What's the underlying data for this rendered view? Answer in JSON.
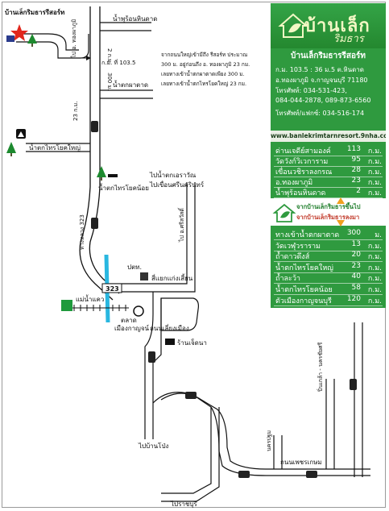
{
  "map": {
    "resort_marker_label": "บ้านเล็กริมธารรีสอร์ท",
    "to_thong_pha_phum_top": "ไป อ. ทองผาภูมิ",
    "hin_dat_hotspring": "น้ำพุร้อนหินดาด",
    "km_103_5": "ก.ม. ที่ 103.5",
    "km_2": "2 ก.ม.",
    "m_300": "300 ม.",
    "pha_tat_falls": "น้ำตกผาตาด",
    "km_23": "23 ก.ม.",
    "sai_yok_yai": "น้ำตกไทรโยคใหญ่",
    "hwy_323_label": "ทางหลวง 323",
    "to_erawan_falls": "ไปน้ำตกเอราวัณ",
    "to_srinagarind_dam": "ไปเขื่อนศรีนครินทร์",
    "sai_yok_noi": "น้ำตกไทรโยคน้อย",
    "to_si_sawat": "ไป อ.ศรีสวัสดิ์",
    "ptt_station": "ปตท.",
    "hwy_badge": "323",
    "kaeng_sian_junction": "สี่แยกแก่งเสี้ยน",
    "mae_nam_khwae": "แม่น้ำแคว",
    "market": "ตลาด",
    "kanchanaburi_town": "เมืองกาญจน์",
    "city_bypass": "ถนนเลี่ยงเมือง",
    "jasmine_shop": "ร้านเจ็ดนา",
    "to_ban_pong": "ไปบ้านโป่ง",
    "nakhon_pathom_left": "นครปฐม",
    "to_pinklao_bangkok": "ปิ่นเกล้า - นครชัยศรี",
    "phetkasem_road": "ถนนเพชรเกษม",
    "to_ratchaburi": "ไปราชบุรี"
  },
  "directions_note": {
    "line1": "จากถนนใหญ่เข้ามีถึง รีสอร์ท ประมาณ",
    "line2": "300 ม. อยู่ก่อนถึง อ. ทองผาภูมิ 23 กม.",
    "line3": "เลยทางเข้าน้ำตกผาตาดเพียง 300 ม.",
    "line4": "เลยทางเข้าน้ำตกไทรโยคใหญ่ 23 กม."
  },
  "panel": {
    "logo_main": "บ้านเล็ก",
    "logo_sub": "ริมธาร",
    "resort_name": "บ้านเล็กริมธารรีสอร์ท",
    "address1": "ก.ม. 103.5 : 36 ม.5 ต.หินดาด",
    "address2": "อ.ทองผาภูมิ จ.กาญจนบุรี 71180",
    "phone1": "โทรศัพท์: 034-531-423,",
    "phone2": "084-044-2878, 089-873-6560",
    "fax": "โทรศัพท์/แฟกซ์: 034-516-174",
    "url": "www.banlekrimtarnresort.9nha.com",
    "mid_from_up": "จากบ้านเล็กริมธารขึ้นไป",
    "mid_from_down": "จากบ้านเล็กริมธารลงมา",
    "accent_color": "#2f9a3f",
    "logo_icon": "house-leaf-logo-icon"
  },
  "distances_up": [
    {
      "name": "ด่านเจดีย์สามองค์",
      "value": "113",
      "unit": "ก.ม."
    },
    {
      "name": "วัดวังก์วิเวการาม",
      "value": "95",
      "unit": "ก.ม."
    },
    {
      "name": "เขื่อนวชิราลงกรณ",
      "value": "28",
      "unit": "ก.ม."
    },
    {
      "name": "อ.ทองผาภูมิ",
      "value": "23",
      "unit": "ก.ม."
    },
    {
      "name": "น้ำพุร้อนหินดาด",
      "value": "2",
      "unit": "ก.ม."
    }
  ],
  "distances_down": [
    {
      "name": "ทางเข้าน้ำตกผาตาด",
      "value": "300",
      "unit": "ม."
    },
    {
      "name": "วัดเวฬุวราราม",
      "value": "13",
      "unit": "ก.ม."
    },
    {
      "name": "ถ้ำดาวดึงส์",
      "value": "20",
      "unit": "ก.ม."
    },
    {
      "name": "น้ำตกไทรโยคใหญ่",
      "value": "23",
      "unit": "ก.ม."
    },
    {
      "name": "ถ้ำละว้า",
      "value": "40",
      "unit": "ก.ม."
    },
    {
      "name": "น้ำตกไทรโยคน้อย",
      "value": "58",
      "unit": "ก.ม."
    },
    {
      "name": "ตัวเมืองกาญจนบุรี",
      "value": "120",
      "unit": "ก.ม."
    }
  ]
}
